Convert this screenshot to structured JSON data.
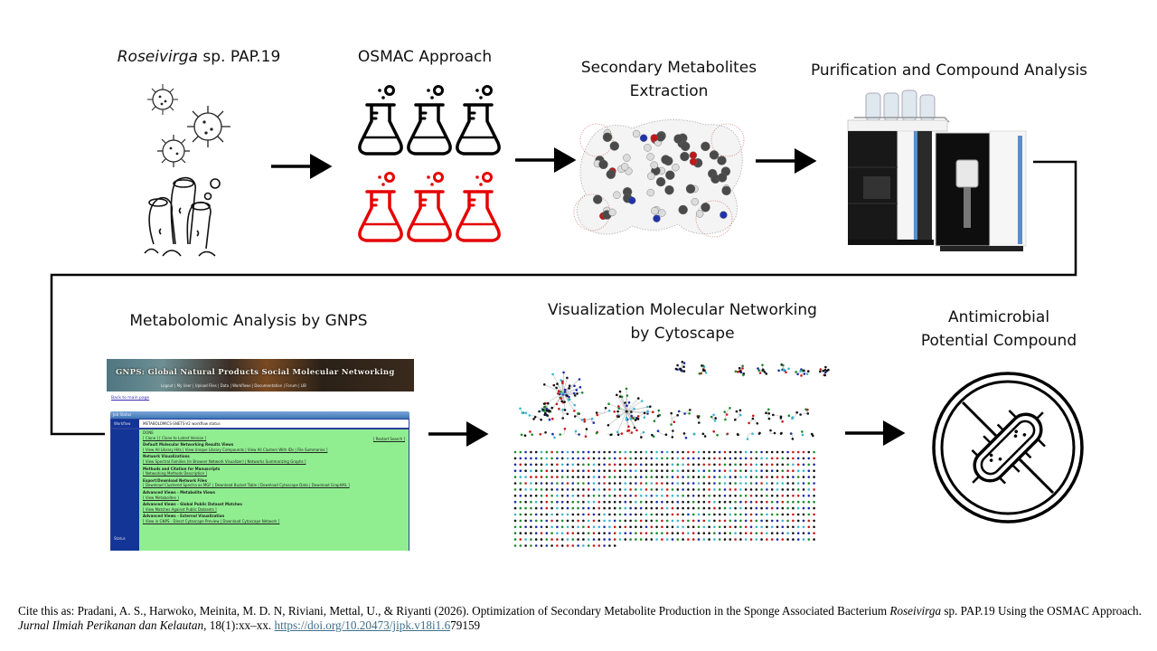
{
  "steps": [
    {
      "id": "organism",
      "title_italic": "Roseivirga",
      "title_rest": " sp. PAP.19",
      "icon": "virus-and-sponge-illustration"
    },
    {
      "id": "osmac",
      "title": "OSMAC Approach",
      "icon": "erlenmeyer-flask-grid",
      "colors": {
        "top_row": "#000000",
        "bottom_row": "#e60000"
      }
    },
    {
      "id": "extraction",
      "title_line1": "Secondary Metabolites",
      "title_line2": "Extraction",
      "icon": "molecule-3d-model"
    },
    {
      "id": "purification",
      "title": "Purification and Compound Analysis",
      "icon": "lc-ms-instrument"
    },
    {
      "id": "gnps",
      "title": "Metabolomic Analysis by GNPS",
      "icon": "gnps-web-screenshot"
    },
    {
      "id": "cytoscape",
      "title_line1": "Visualization Molecular Networking",
      "title_line2": "by Cytoscape",
      "icon": "molecular-network-graph"
    },
    {
      "id": "antimicrobial",
      "title_line1": "Antimicrobial",
      "title_line2": "Potential Compound",
      "icon": "no-bacteria-sign"
    }
  ],
  "gnps_screenshot": {
    "banner_title": "GNPS: Global Natural Products Social Molecular Networking",
    "banner_nav": "Logout | My User | Upload Files | Data | Workflows | Documentation | Forum | LIB",
    "back_link": "Back to main page",
    "job_status_header": "Job Status",
    "workflow_label": "Workflow",
    "workflow_value": "METABOLOMICS-SNETS-V2 workflow status",
    "status_label": "Status",
    "status_value": "DONE",
    "top_links": "[ Clone ] [ Clone to Latest Version ]",
    "right_link": "[ Restart Search ]",
    "sections": [
      {
        "heading": "Default Molecular Networking Results Views",
        "links": "[ View All Library Hits | View Unique Library Compounds | View All Clusters With IDs | File Summaries ]"
      },
      {
        "heading": "Network Visualizations",
        "links": "[ View Spectral Families (In Browser Network Visualizer) | Networks Summarizing Graphs ]"
      },
      {
        "heading": "Methods and Citation for Manuscripts",
        "links": "[ Networking Methods Description ]"
      },
      {
        "heading": "Export/Download Network Files",
        "links": "[ Download Clustered Spectra as MGF | Download Bucket Table | Download Cytoscape Data | Download GraphML ]"
      },
      {
        "heading": "Advanced Views - Metabolite Views",
        "links": "[ View Metabolites ]"
      },
      {
        "heading": "Advanced Views - Global Public Dataset Matches",
        "links": "[ View Matches Against Public Datasets ]"
      },
      {
        "heading": "Advanced Views - External Visualization",
        "links": "[ View in GNPS - Direct Cytoscape Preview | Download Cytoscape Network ]"
      }
    ]
  },
  "colors": {
    "flow_arrow": "#000000",
    "flask_red": "#e60000",
    "gnps_green": "#90ee90",
    "gnps_blue": "#123596",
    "citation_link": "#3f6e8a"
  },
  "citation": {
    "prefix": "Cite this as: Pradani, A. S., Harwoko, Meinita, M. D. N, Riviani, Mettal, U., & Riyanti (2026). Optimization of Secondary Metabolite Production in the Sponge Associated Bacterium ",
    "species": "Roseivirga",
    "middle": " sp. PAP.19 Using the OSMAC Approach. ",
    "journal": "Jurnal Ilmiah Perikanan dan Kelautan",
    "volume": ", 18(1):xx–xx. ",
    "doi_link": "https://doi.org/10.20473/jipk.v18i1.6",
    "doi_tail": "79159"
  }
}
